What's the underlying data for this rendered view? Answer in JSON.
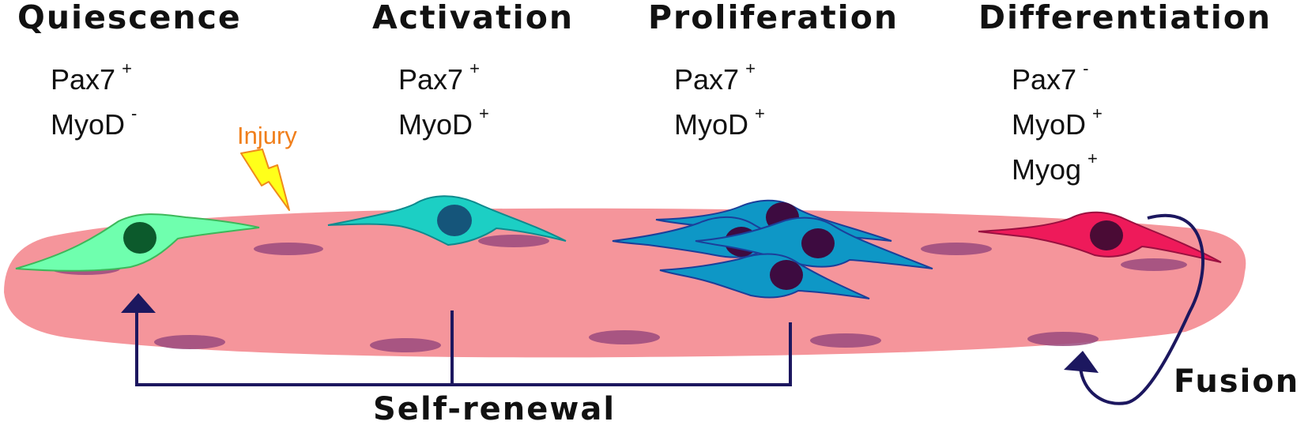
{
  "stages": [
    {
      "title": "Quiescence",
      "markers": [
        {
          "name": "Pax7",
          "sign": "+"
        },
        {
          "name": "MyoD",
          "sign": "-"
        }
      ]
    },
    {
      "title": "Activation",
      "markers": [
        {
          "name": "Pax7",
          "sign": "+"
        },
        {
          "name": "MyoD",
          "sign": "+"
        }
      ]
    },
    {
      "title": "Proliferation",
      "markers": [
        {
          "name": "Pax7",
          "sign": "+"
        },
        {
          "name": "MyoD",
          "sign": "+"
        }
      ]
    },
    {
      "title": "Differentiation",
      "markers": [
        {
          "name": "Pax7",
          "sign": "-"
        },
        {
          "name": "MyoD",
          "sign": "+"
        },
        {
          "name": "Myog",
          "sign": "+"
        }
      ]
    }
  ],
  "labels": {
    "injury": "Injury",
    "self_renewal": "Self-renewal",
    "fusion": "Fusion"
  },
  "colors": {
    "muscle_fiber": "#f5959b",
    "fiber_nucleus": "#9a4a7e",
    "quiescent_cell": "#6fffae",
    "quiescent_nucleus": "#0c5a2c",
    "activated_cell": "#1ccfc4",
    "activated_nucleus": "#15557a",
    "proliferating_cell": "#0e97c6",
    "proliferating_nucleus": "#3d0b40",
    "differentiating_cell": "#ee1a5a",
    "differentiating_nucleus": "#4a0b35",
    "arrow": "#1c175f",
    "lightning": "#ffff1a"
  }
}
